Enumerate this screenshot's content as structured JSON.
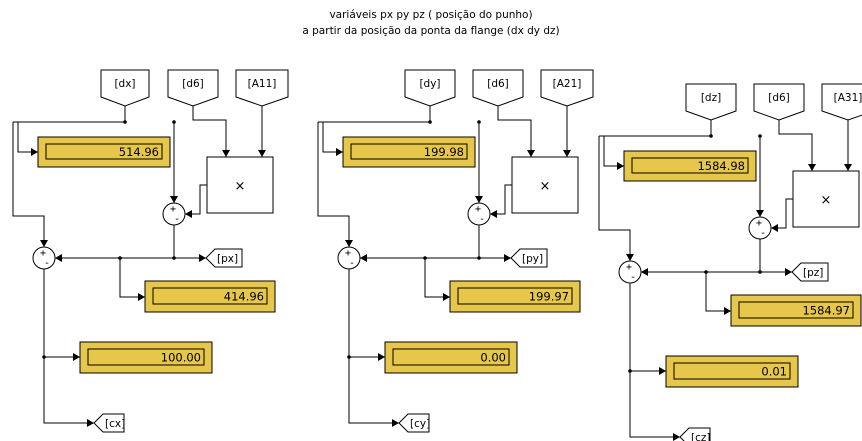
{
  "title": {
    "line1": "variáveis px py pz ( posição do punho)",
    "line2": "a partir da posição da ponta da flange  (dx dy dz)"
  },
  "colors": {
    "display_bg": "#e6c74c",
    "line": "#000000",
    "block_bg": "#ffffff"
  },
  "groups": [
    {
      "from_in": "[dx]",
      "from_d6": "[d6]",
      "from_a": "[A11]",
      "display_top": "514.96",
      "display_mid": "414.96",
      "display_bot": "100.00",
      "goto_p": "[px]",
      "goto_c": "[cx]",
      "product_symbol": "×",
      "sum_upper_signs": [
        "+",
        "-"
      ],
      "sum_lower_signs": [
        "+",
        "-"
      ]
    },
    {
      "from_in": "[dy]",
      "from_d6": "[d6]",
      "from_a": "[A21]",
      "display_top": "199.98",
      "display_mid": "199.97",
      "display_bot": "0.00",
      "goto_p": "[py]",
      "goto_c": "[cy]",
      "product_symbol": "×",
      "sum_upper_signs": [
        "+",
        "-"
      ],
      "sum_lower_signs": [
        "+",
        "-"
      ]
    },
    {
      "from_in": "[dz]",
      "from_d6": "[d6]",
      "from_a": "[A31]",
      "display_top": "1584.98",
      "display_mid": "1584.97",
      "display_bot": "0.01",
      "goto_p": "[pz]",
      "goto_c": "[cz]",
      "product_symbol": "×",
      "sum_upper_signs": [
        "+",
        "-"
      ],
      "sum_lower_signs": [
        "+",
        "-"
      ]
    }
  ]
}
